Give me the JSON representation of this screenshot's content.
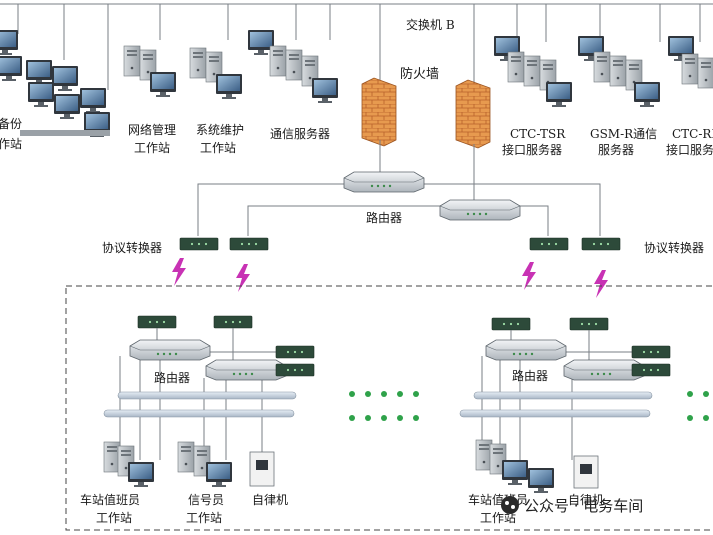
{
  "diagram": {
    "labels": {
      "switch_b": "交换机 B",
      "firewall": "防火墙",
      "backup_a": "备份",
      "backup_b": "作站",
      "netmgmt_a": "网络管理",
      "netmgmt_b": "工作站",
      "sysmaint_a": "系统维护",
      "sysmaint_b": "工作站",
      "comm_server": "通信服务器",
      "ctc_tsr_a": "CTC-TSR",
      "ctc_tsr_b": "接口服务器",
      "gsmr_a": "GSM-R通信",
      "gsmr_b": "服务器",
      "ctc_re_a": "CTC-RE",
      "ctc_re_b": "接口服务",
      "router_top": "路由器",
      "proto_left": "协议转换器",
      "proto_right": "协议转换器",
      "router_left": "路由器",
      "router_right": "路由器",
      "station_left_a": "车站值班员",
      "station_left_b": "工作站",
      "signal_a": "信号员",
      "signal_b": "工作站",
      "autonomous_left": "自律机",
      "station_right_a": "车站值班员",
      "station_right_b": "工作站",
      "autonomous_right": "自律机"
    },
    "watermark": "公众号 · 电务车间"
  },
  "colors": {
    "line": "#7a7f86",
    "firewall": "#e0883c",
    "lightning": "#c832b4",
    "device_dark": "#2d4a3a",
    "bus": "#c9d4e0"
  }
}
